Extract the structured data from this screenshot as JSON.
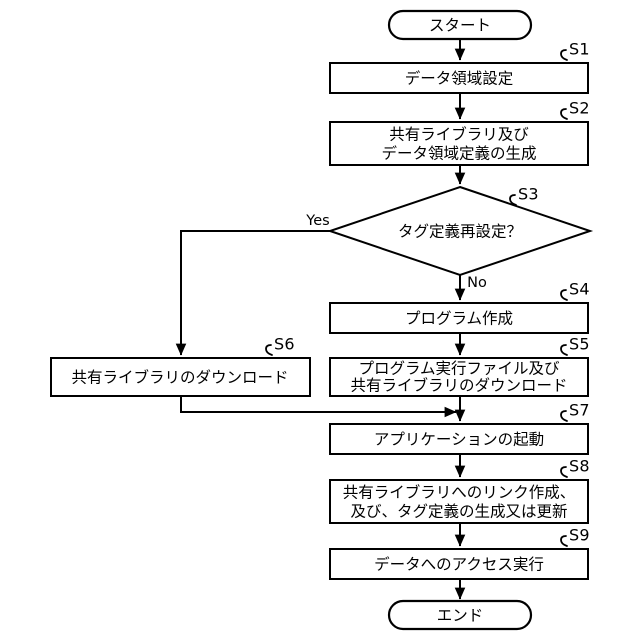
{
  "diagram": {
    "type": "flowchart",
    "title": "",
    "language": "ja",
    "orientation": "top-to-bottom",
    "colors": {
      "background": "#ffffff",
      "stroke": "#000000",
      "fill": "#ffffff",
      "text": "#000000"
    },
    "terminators": {
      "start": "スタート",
      "end": "エンド"
    },
    "decision": {
      "step_label": "S3",
      "text": "タグ定義再設定？",
      "branch_yes": "Yes",
      "branch_no": "No"
    },
    "steps": [
      {
        "id": "S1",
        "step_label": "S1",
        "lines": [
          "データ領域設定"
        ]
      },
      {
        "id": "S2",
        "step_label": "S2",
        "lines": [
          "共有ライブラリ及び",
          "データ領域定義の生成"
        ]
      },
      {
        "id": "S4",
        "step_label": "S4",
        "lines": [
          "プログラム作成"
        ]
      },
      {
        "id": "S5",
        "step_label": "S5",
        "lines": [
          "プログラム実行ファイル及び",
          "共有ライブラリのダウンロード"
        ]
      },
      {
        "id": "S6",
        "step_label": "S6",
        "lines": [
          "共有ライブラリのダウンロード"
        ]
      },
      {
        "id": "S7",
        "step_label": "S7",
        "lines": [
          "アプリケーションの起動"
        ]
      },
      {
        "id": "S8",
        "step_label": "S8",
        "lines": [
          "共有ライブラリへのリンク作成、",
          "及び、タグ定義の生成又は更新"
        ]
      },
      {
        "id": "S9",
        "step_label": "S9",
        "lines": [
          "データへのアクセス実行"
        ]
      }
    ]
  }
}
